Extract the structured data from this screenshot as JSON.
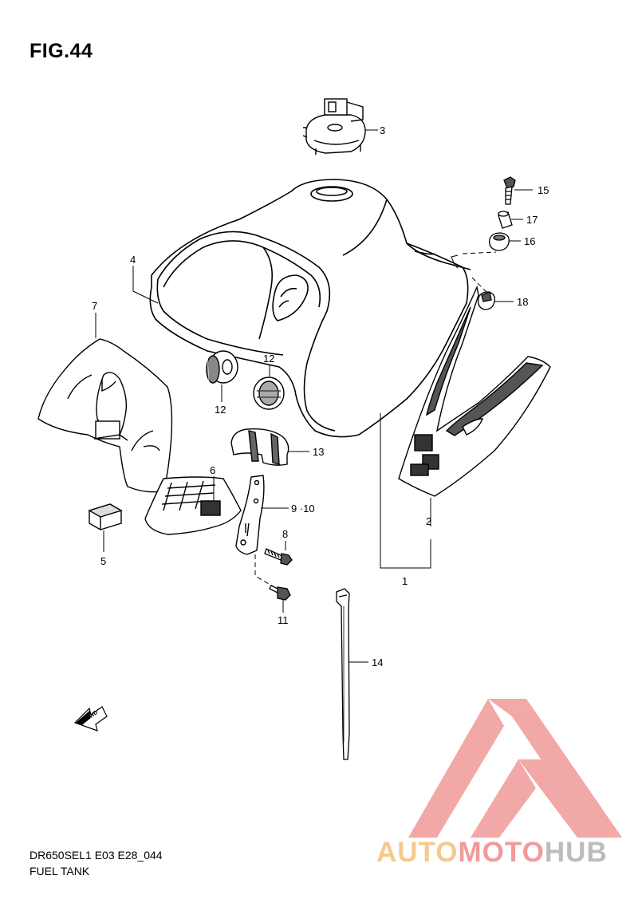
{
  "figure": {
    "title": "FIG.44"
  },
  "footer": {
    "model_code": "DR650SEL1 E03 E28_044",
    "section_name": "FUEL TANK"
  },
  "watermark": {
    "part1": "AUTO",
    "part2": "MOTO",
    "part3": "HUB",
    "colors": {
      "auto": "#f7c98d",
      "moto": "#f29a9a",
      "hub": "#bcbcbc",
      "logo": "#f29a9a"
    }
  },
  "fwd_arrow": {
    "label": "FWD"
  },
  "callouts": {
    "c1": "1",
    "c2": "2",
    "c3": "3",
    "c4": "4",
    "c5": "5",
    "c6": "6",
    "c7": "7",
    "c8": "8",
    "c9_10": "9 ·10",
    "c11": "11",
    "c12a": "12",
    "c12b": "12",
    "c13": "13",
    "c14": "14",
    "c15": "15",
    "c16": "16",
    "c17": "17",
    "c18": "18"
  }
}
